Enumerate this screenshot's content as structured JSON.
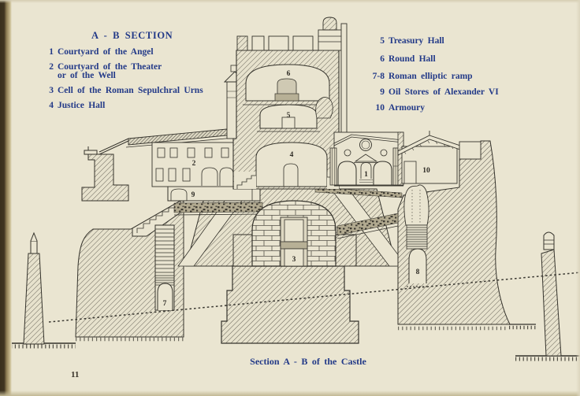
{
  "page": {
    "number": "11"
  },
  "section": {
    "title": "A - B SECTION"
  },
  "legend_left": [
    {
      "num": "1",
      "label": "Courtyard of the Angel"
    },
    {
      "num": "2",
      "label": "Courtyard of the Theater",
      "label2": "or of the Well"
    },
    {
      "num": "3",
      "label": "Cell of the Roman Sepulchral Urns"
    },
    {
      "num": "4",
      "label": "Justice Hall"
    }
  ],
  "legend_right": [
    {
      "num": "5",
      "label": "Treasury Hall"
    },
    {
      "num": "6",
      "label": "Round Hall"
    },
    {
      "num": "7-8",
      "label": "Roman elliptic ramp"
    },
    {
      "num": "9",
      "label": "Oil Stores of Alexander VI"
    },
    {
      "num": "10",
      "label": "Armoury"
    }
  ],
  "caption": "Section A - B of the Castle",
  "drawing": {
    "labels": {
      "r1": "1",
      "r2": "2",
      "r3": "3",
      "r4": "4",
      "r5": "5",
      "r6": "6",
      "r7": "7",
      "r8": "8",
      "r9": "9",
      "r10": "10"
    }
  },
  "colors": {
    "paper": "#eae5d1",
    "text_blue": "#233a88",
    "ink": "#35332c"
  }
}
